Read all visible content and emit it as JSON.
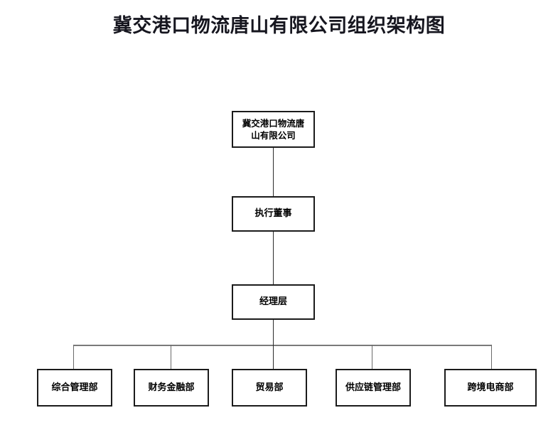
{
  "document": {
    "title": "冀交港口物流唐山有限公司组织架构图"
  },
  "chart_data": {
    "type": "diagram",
    "diagram_kind": "organization-chart",
    "title": "冀交港口物流唐山有限公司组织架构图",
    "orientation": "top-down",
    "levels": 4,
    "nodes": [
      {
        "id": "company",
        "label": "冀交港口物流唐\n山有限公司",
        "level": 0,
        "parent": null
      },
      {
        "id": "director",
        "label": "执行董事",
        "level": 1,
        "parent": "company"
      },
      {
        "id": "manager",
        "label": "经理层",
        "level": 2,
        "parent": "director"
      },
      {
        "id": "dept1",
        "label": "综合管理部",
        "level": 3,
        "parent": "manager"
      },
      {
        "id": "dept2",
        "label": "财务金融部",
        "level": 3,
        "parent": "manager"
      },
      {
        "id": "dept3",
        "label": "贸易部",
        "level": 3,
        "parent": "manager"
      },
      {
        "id": "dept4",
        "label": "供应链管理部",
        "level": 3,
        "parent": "manager"
      },
      {
        "id": "dept5",
        "label": "跨境电商部",
        "level": 3,
        "parent": "manager"
      }
    ],
    "edges": [
      {
        "from": "company",
        "to": "director"
      },
      {
        "from": "director",
        "to": "manager"
      },
      {
        "from": "manager",
        "to": "dept1"
      },
      {
        "from": "manager",
        "to": "dept2"
      },
      {
        "from": "manager",
        "to": "dept3"
      },
      {
        "from": "manager",
        "to": "dept4"
      },
      {
        "from": "manager",
        "to": "dept5"
      }
    ],
    "colors": {
      "background": "#ffffff",
      "node_border": "#1b1b1b",
      "node_fill": "#ffffff",
      "text": "#000000",
      "title_text": "#16161f",
      "connector": "#2b2b2b",
      "bus_line": "#7a7a7a"
    }
  },
  "nodes": {
    "company": "冀交港口物流唐\n山有限公司",
    "director": "执行董事",
    "manager": "经理层",
    "departments": [
      "综合管理部",
      "财务金融部",
      "贸易部",
      "供应链管理部",
      "跨境电商部"
    ]
  }
}
